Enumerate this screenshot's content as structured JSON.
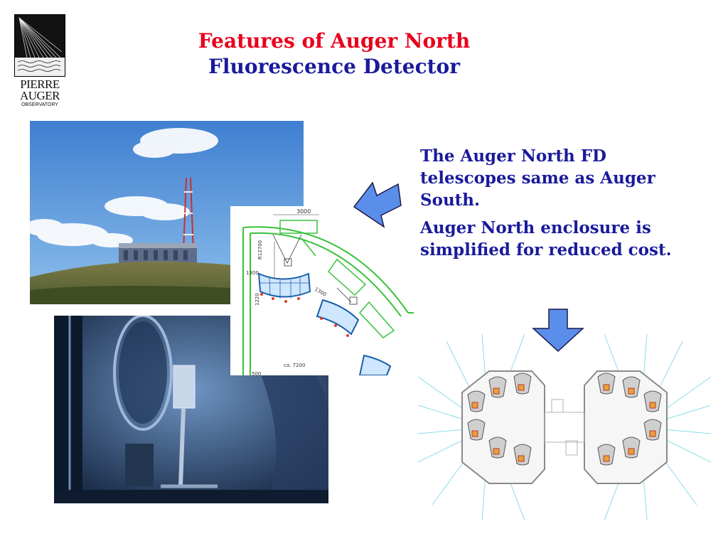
{
  "header": {
    "title_line1": "Features of Auger North",
    "title_line2": "Fluorescence Detector"
  },
  "logo": {
    "line1": "PIERRE",
    "line2": "AUGER",
    "line3": "OBSERVATORY"
  },
  "body": {
    "paragraphs": [
      "The Auger North FD telescopes same as Auger South.",
      "Auger North enclosure is simplified for reduced cost."
    ]
  },
  "plan_labels": {
    "width_top": "3000",
    "r1": "R12700",
    "side": "1300",
    "diag": "1300",
    "left_mid": "1220",
    "bottom": "ca. 7200",
    "bottom_left": "500"
  },
  "colors": {
    "title_red": "#e8001c",
    "title_blue": "#1a1a9c",
    "body_blue": "#1a1a9c",
    "arrow_fill": "#5b8dea",
    "plan_green": "#38c23a"
  },
  "icons": {
    "arrow_left": "arrow-left-icon",
    "arrow_down": "arrow-down-icon"
  }
}
